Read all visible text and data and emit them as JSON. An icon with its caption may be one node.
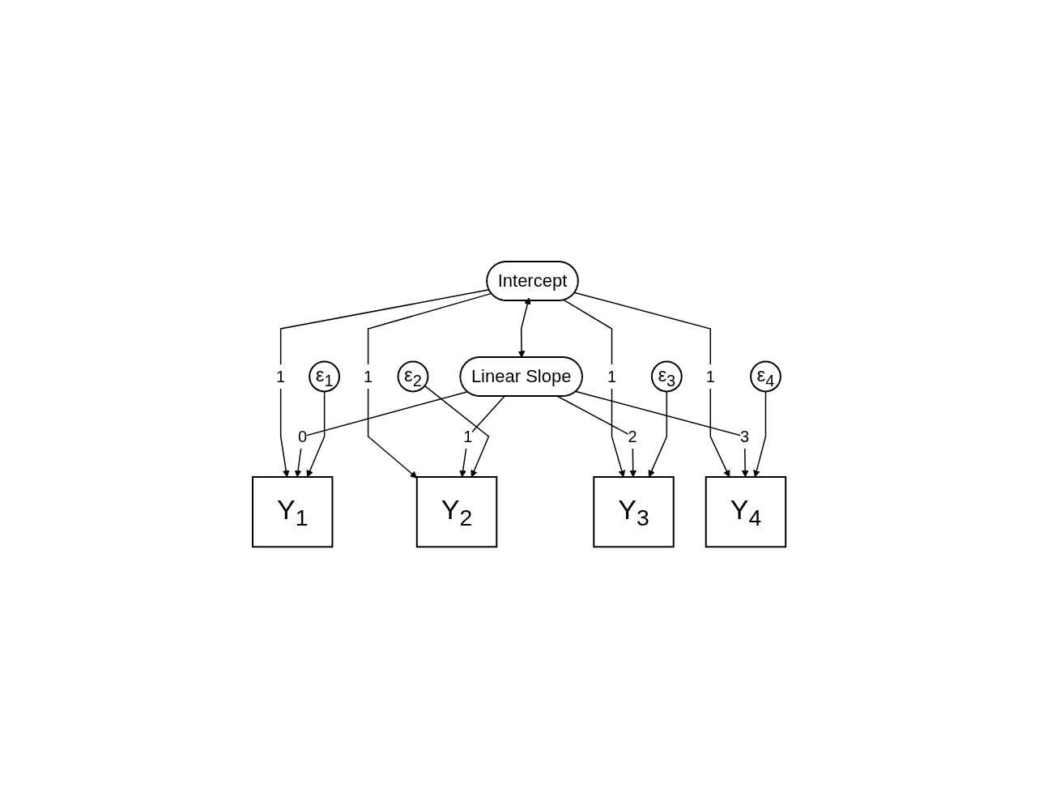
{
  "diagram": {
    "nodes": [
      {
        "text": [
          "Intercept"
        ]
      },
      {
        "text": [
          "Linear Slope"
        ]
      },
      {
        "text": [
          "Y$_{1}$"
        ]
      },
      {
        "text": [
          "Y$_{2}$"
        ]
      },
      {
        "text": [
          "Y$_{3}$"
        ]
      },
      {
        "text": [
          "Y$_{4}$"
        ]
      },
      {
        "text": [
          "ε$_{1}$"
        ]
      },
      {
        "text": [
          "ε$_{2}$"
        ]
      },
      {
        "text": [
          "ε$_{3}$"
        ]
      },
      {
        "text": [
          "ε$_{4}$"
        ]
      }
    ],
    "edges": [
      {
        "from": 0,
        "to": 1,
        "arrow": "both"
      },
      {
        "from": 0,
        "to": 2,
        "arrow": "to",
        "label": "1"
      },
      {
        "from": 0,
        "to": 3,
        "arrow": "to",
        "label": "1"
      },
      {
        "from": 0,
        "to": 4,
        "arrow": "to",
        "label": "1"
      },
      {
        "from": 0,
        "to": 5,
        "arrow": "to",
        "label": "1"
      },
      {
        "from": 1,
        "to": 2,
        "arrow": "to",
        "label": "0"
      },
      {
        "from": 1,
        "to": 3,
        "arrow": "to",
        "label": "1"
      },
      {
        "from": 1,
        "to": 4,
        "arrow": "to",
        "label": "2"
      },
      {
        "from": 1,
        "to": 5,
        "arrow": "to",
        "label": "3"
      },
      {
        "from": 6,
        "to": 2,
        "arrow": "to"
      },
      {
        "from": 7,
        "to": 3,
        "arrow": "to"
      },
      {
        "from": 8,
        "to": 4,
        "arrow": "to"
      },
      {
        "from": 9,
        "to": 5,
        "arrow": "to"
      }
    ]
  }
}
